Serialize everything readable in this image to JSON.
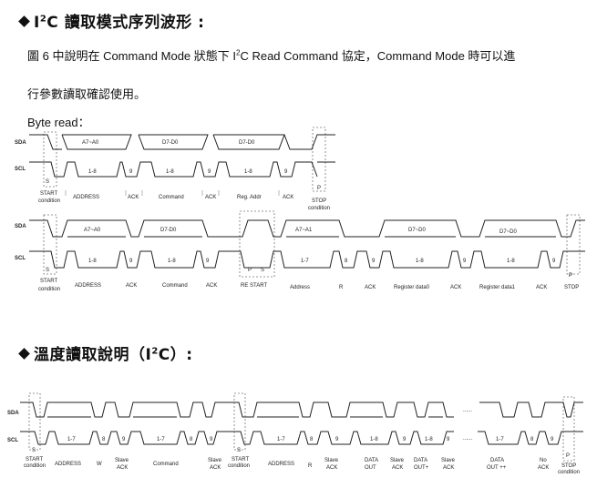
{
  "section1": {
    "title_prefix": "I",
    "title_sup": "2",
    "title_suffix": "C 讀取模式序列波形 :",
    "para_line1_a": "圖 6 中說明在 Command Mode 狀態下 I",
    "para_line1_sup": "2",
    "para_line1_b": "C Read Command 協定，Command Mode 時可以進",
    "para_line2": "行參數讀取確認使用。",
    "byte_read_label": "Byte read："
  },
  "diagram1": {
    "sda": "SDA",
    "scl": "SCL",
    "s": "S",
    "p": "P",
    "sda_fields": [
      "A7~A0",
      "D7-D0",
      "D7-D0"
    ],
    "bits": [
      "1-8",
      "9",
      "1-8",
      "9",
      "1-8",
      "9"
    ],
    "labels": [
      "START",
      "condition",
      "ADDRESS",
      "ACK",
      "Command",
      "ACK",
      "Reg. Addr",
      "ACK",
      "STOP",
      "condition"
    ]
  },
  "diagram2": {
    "sda": "SDA",
    "scl": "SCL",
    "s": "S",
    "p": "P",
    "rs_p": "P",
    "rs_s": "S",
    "sda_fields": [
      "A7~A0",
      "D7-D0",
      "A7~A1",
      "D7~D0",
      "D7~D0"
    ],
    "bits": [
      "1-8",
      "9",
      "1-8",
      "9",
      "1-7",
      "8",
      "9",
      "1-8",
      "9",
      "1-8",
      "9"
    ],
    "labels": [
      "START",
      "condition",
      "ADDRESS",
      "ACK",
      "Command",
      "ACK",
      "RE START",
      "Address",
      "R",
      "ACK",
      "Register data0",
      "ACK",
      "Register data1",
      "ACK",
      "STOP"
    ]
  },
  "section2": {
    "title_prefix": "溫度讀取說明（I",
    "title_sup": "2",
    "title_suffix": "C）:"
  },
  "diagram3": {
    "sda": "SDA",
    "scl": "SCL",
    "s1": "S",
    "s2": "S",
    "p": "P",
    "dots1": "......",
    "dots2": "......",
    "bits": [
      "1-7",
      "8",
      "9",
      "1-7",
      "8",
      "9",
      "1-7",
      "8",
      "9",
      "1-8",
      "9",
      "1-8",
      "9",
      "1-7",
      "8",
      "9"
    ],
    "labels": [
      "START",
      "condition",
      "ADDRESS",
      "W",
      "Slave",
      "ACK",
      "Command",
      "Slave",
      "ACK",
      "START",
      "condition",
      "ADDRESS",
      "R",
      "Slave",
      "ACK",
      "DATA",
      "OUT",
      "Slave",
      "ACK",
      "DATA",
      "OUT+",
      "Slave",
      "ACK",
      "DATA",
      "OUT ++",
      "No",
      "ACK",
      "STOP",
      "condition"
    ]
  }
}
